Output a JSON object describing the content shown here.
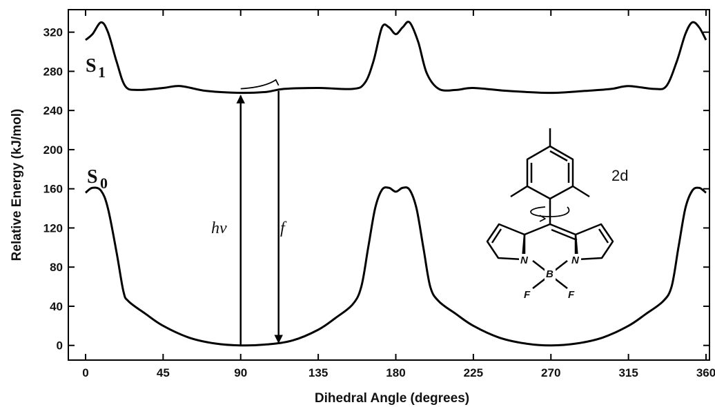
{
  "chart_data": {
    "type": "line",
    "title": "",
    "xlabel": "Dihedral Angle (degrees)",
    "ylabel": "Relative Energy (kJ/mol)",
    "xlim": [
      -10,
      362
    ],
    "ylim": [
      -15,
      343
    ],
    "xticks": [
      0,
      45,
      90,
      135,
      180,
      225,
      270,
      315,
      360
    ],
    "yticks": [
      0,
      40,
      80,
      120,
      160,
      200,
      240,
      280,
      320
    ],
    "grid": false,
    "series": [
      {
        "name": "S1",
        "x": [
          0,
          4,
          9,
          13,
          18,
          23,
          30,
          45,
          55,
          70,
          90,
          105,
          115,
          135,
          155,
          162,
          167,
          172,
          176,
          180,
          184,
          188,
          193,
          198,
          205,
          215,
          225,
          245,
          270,
          290,
          305,
          315,
          330,
          337,
          343,
          348,
          352,
          356,
          360
        ],
        "y": [
          312,
          318,
          330,
          320,
          290,
          265,
          261,
          263,
          265,
          260,
          258,
          259,
          262,
          263,
          262,
          268,
          290,
          325,
          325,
          318,
          325,
          330,
          310,
          278,
          262,
          261,
          263,
          260,
          258,
          260,
          262,
          265,
          262,
          265,
          290,
          318,
          330,
          325,
          312
        ]
      },
      {
        "name": "S0",
        "x": [
          0,
          4,
          9,
          13,
          18,
          22,
          25,
          35,
          45,
          60,
          75,
          90,
          105,
          120,
          135,
          145,
          155,
          160,
          164,
          168,
          172,
          176,
          180,
          184,
          188,
          192,
          196,
          200,
          205,
          215,
          225,
          240,
          255,
          270,
          285,
          300,
          315,
          325,
          335,
          340,
          344,
          348,
          352,
          356,
          360
        ],
        "y": [
          156,
          161,
          158,
          140,
          95,
          55,
          45,
          32,
          20,
          8,
          2,
          0,
          1,
          5,
          16,
          28,
          42,
          60,
          100,
          140,
          159,
          161,
          157,
          161,
          159,
          140,
          100,
          60,
          45,
          32,
          20,
          8,
          2,
          0,
          2,
          8,
          20,
          32,
          45,
          60,
          100,
          140,
          158,
          161,
          156
        ]
      }
    ],
    "state_labels": {
      "s1_main": "S",
      "s1_sub": "1",
      "s0_main": "S",
      "s0_sub": "0"
    },
    "annotations": {
      "absorption": {
        "label": "hν",
        "x": 90,
        "y_from": 0,
        "y_to": 258
      },
      "fluorescence": {
        "label": "f",
        "x": 112,
        "y_from": 260,
        "y_to": 0
      }
    },
    "molecule": {
      "label": "2d",
      "atoms": {
        "n_left": "N",
        "n_right": "N",
        "boron": "B",
        "f_left": "F",
        "f_right": "F"
      }
    }
  }
}
